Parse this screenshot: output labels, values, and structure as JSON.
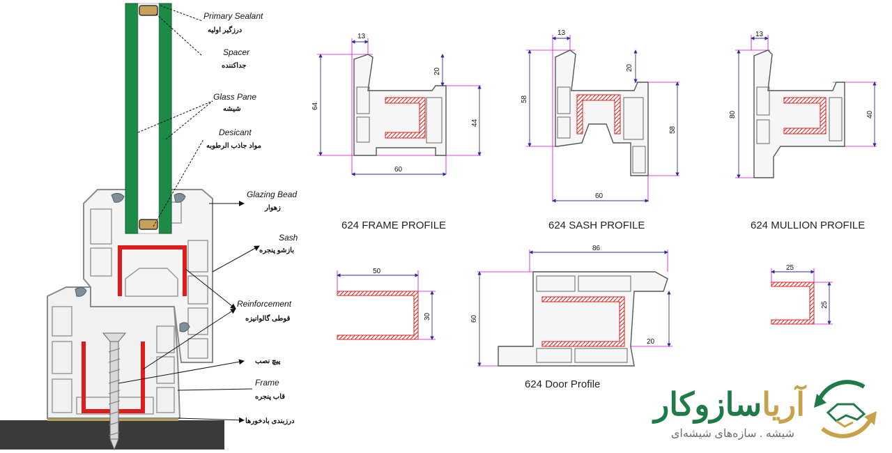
{
  "colors": {
    "glass_green": "#1e8a48",
    "reinforcement_red": "#e01b1b",
    "dimension_blue": "#2b2f9a",
    "extension_magenta": "#d400d4",
    "logo_green": "#1f7a4a",
    "logo_gold": "#c8a24a",
    "ground_dark": "#3a3a3a"
  },
  "labels": {
    "primary_sealant": {
      "en": "Primary Sealant",
      "fa": "درزگیر اولیه"
    },
    "spacer": {
      "en": "Spacer",
      "fa": "جداکننده"
    },
    "glass_pane": {
      "en": "Glass Pane",
      "fa": "شیشه"
    },
    "desicant": {
      "en": "Desicant",
      "fa": "مواد جاذب الرطوبه"
    },
    "glazing_bead": {
      "en": "Glazing Bead",
      "fa": "زهوار"
    },
    "sash": {
      "en": "Sash",
      "fa": "بازشو پنجره"
    },
    "reinforcement": {
      "en": "Reinforcement",
      "fa": "قوطی گالوانیزه"
    },
    "screw": {
      "fa": "پیچ نصب"
    },
    "frame": {
      "en": "Frame",
      "fa": "قاب پنجره"
    },
    "seal": {
      "fa": "درزبندی بادخورها"
    }
  },
  "profiles": {
    "frame": {
      "title": "624 FRAME PROFILE",
      "dims": {
        "top": "13",
        "small": "20",
        "height": "64",
        "right": "44",
        "width": "60"
      }
    },
    "sash": {
      "title": "624 SASH PROFILE",
      "dims": {
        "top": "13",
        "small": "20",
        "height": "58",
        "right": "58",
        "width": "60"
      }
    },
    "mullion": {
      "title": "624 MULLION PROFILE",
      "dims": {
        "top": "13",
        "height": "80",
        "right": "40"
      }
    },
    "door": {
      "title": "624 Door Profile",
      "dims": {
        "width": "86",
        "height": "60",
        "small": "20"
      }
    },
    "reinf_u50": {
      "dims": {
        "width": "50",
        "height": "30"
      }
    },
    "reinf_u25": {
      "dims": {
        "width": "25",
        "height": "25"
      }
    }
  },
  "logo": {
    "name_part1": "آریا",
    "name_part2": "سازوکار",
    "tagline": "شیشه . سازه‌های شیشه‌ای",
    "icon_name": "handshake-recycle-icon"
  }
}
